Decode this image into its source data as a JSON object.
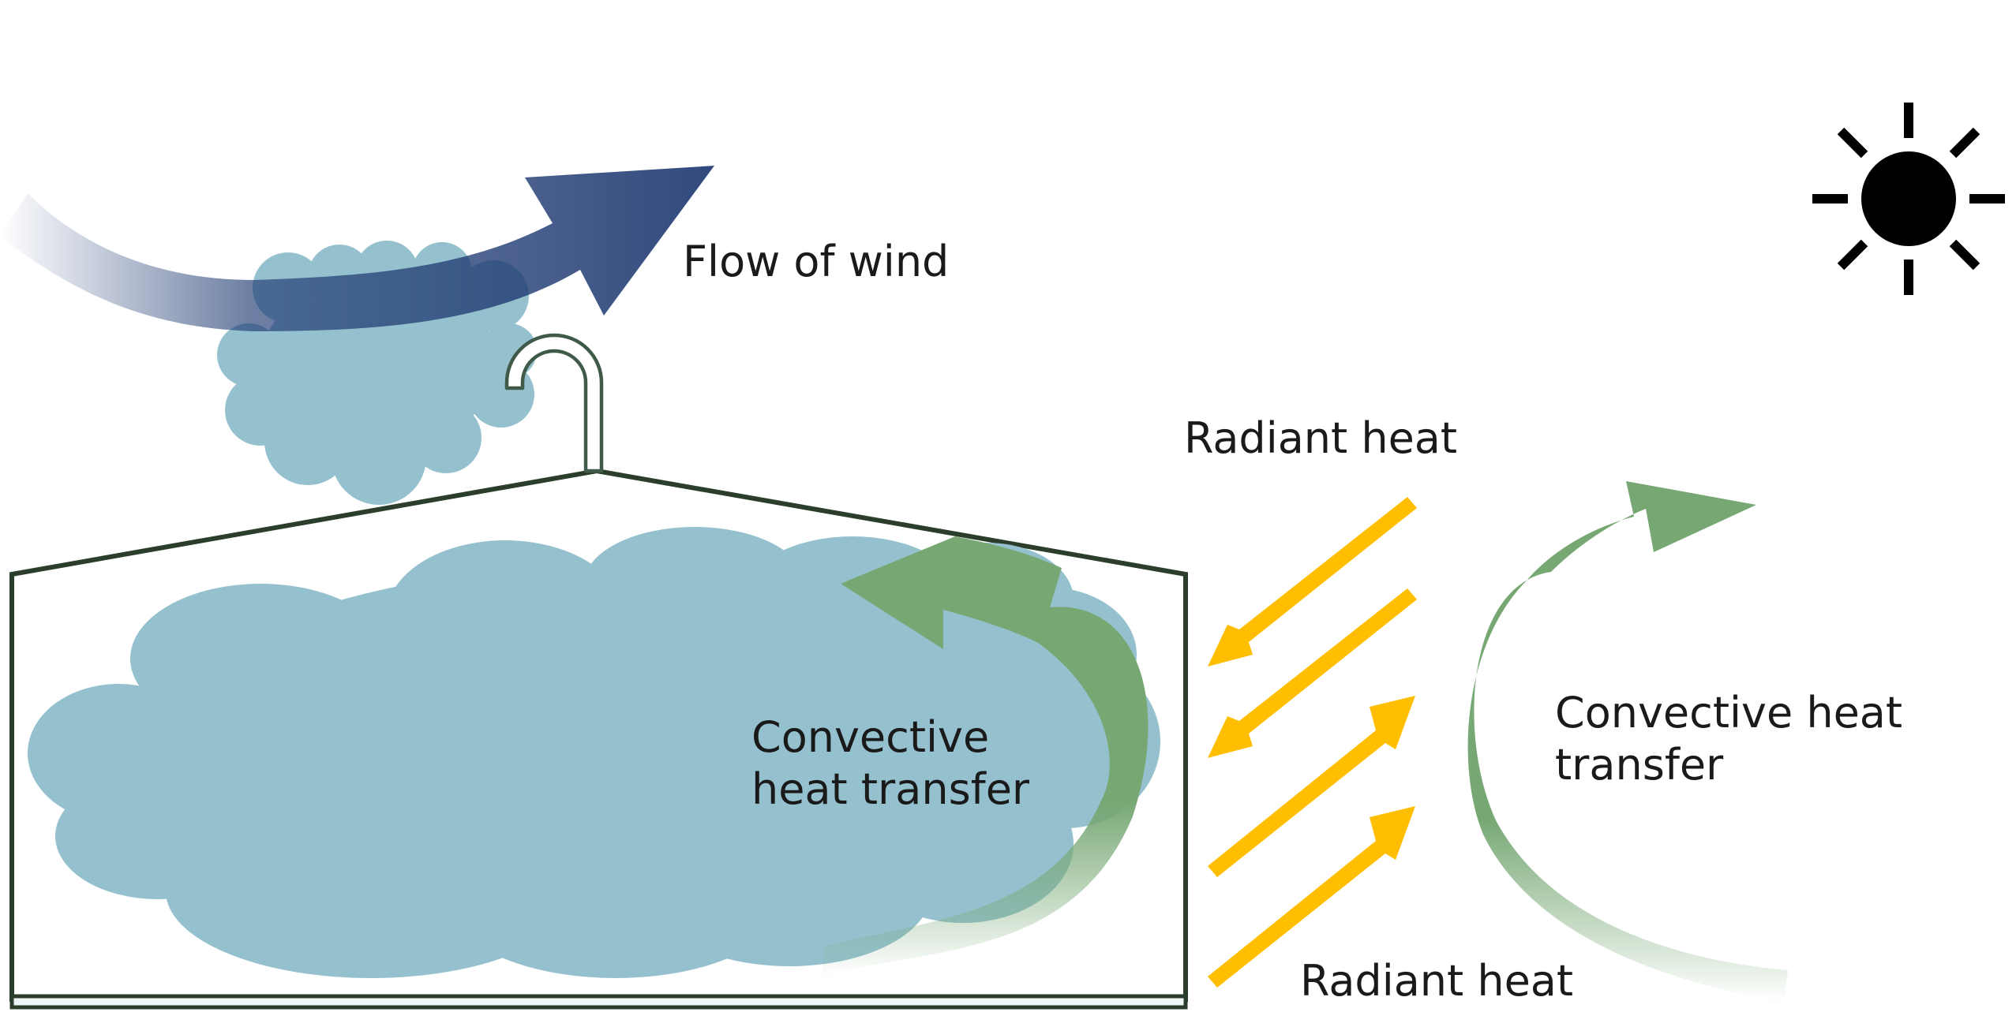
{
  "labels": {
    "flow_of_wind": "Flow of wind",
    "radiant_heat_top": "Radiant heat",
    "radiant_heat_bottom": "Radiant heat",
    "convective_inside_line1": "Convective",
    "convective_inside_line2": "heat transfer",
    "convective_outside_line1": "Convective heat",
    "convective_outside_line2": "transfer"
  },
  "icons": {
    "sun": "sun-icon",
    "wind_arrow": "wind-arrow",
    "vent_pipe": "vent-pipe-icon"
  },
  "colors": {
    "smoke_cloud": "#95c1ce",
    "wind_arrow": "#1f3a72",
    "convective_arrow": "#77a874",
    "radiant_arrow": "#ffbe00",
    "building_outline": "#2b3d2b",
    "sun": "#000000",
    "text": "#1a1a1a"
  }
}
